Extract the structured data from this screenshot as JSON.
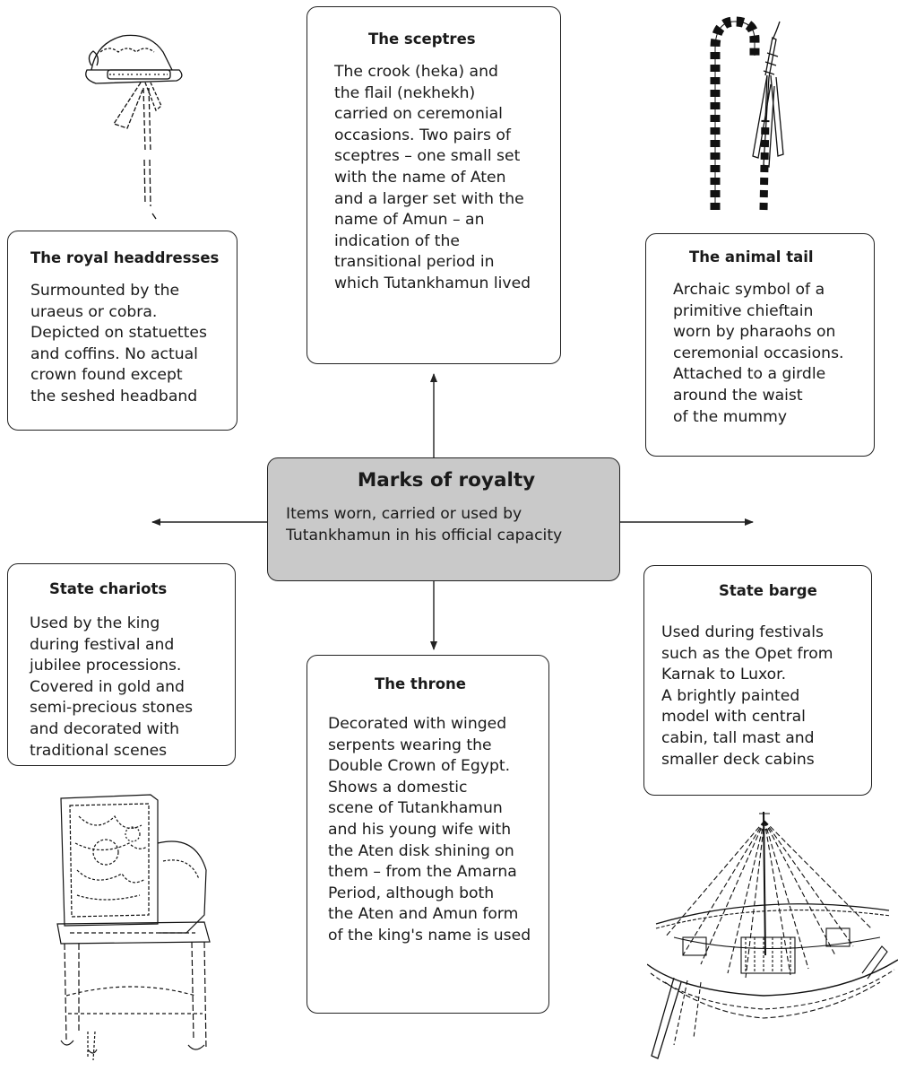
{
  "center": {
    "title": "Marks of royalty",
    "body": "Items worn, carried or used by\nTutankhamun in his official capacity"
  },
  "boxes": {
    "sceptres": {
      "title": "The sceptres",
      "body": "The crook (heka) and\nthe flail (nekhekh)\ncarried on ceremonial\noccasions.  Two pairs of\nsceptres – one small set\nwith the name of Aten\nand a larger set with the\nname of Amun – an\nindication of the\ntransitional period in\nwhich Tutankhamun lived"
    },
    "headdresses": {
      "title": "The royal headdresses",
      "body": "Surmounted by the\nuraeus or cobra.\nDepicted on statuettes\nand coffins.  No actual\ncrown found except\nthe seshed headband"
    },
    "tail": {
      "title": "The animal tail",
      "body": "Archaic symbol of a\nprimitive chieftain\nworn by pharaohs on\nceremonial occasions.\nAttached to a girdle\naround the waist\nof the mummy"
    },
    "chariots": {
      "title": "State chariots",
      "body": "Used by the king\nduring festival and\njubilee processions.\nCovered in gold and\nsemi-precious stones\nand decorated with\ntraditional scenes"
    },
    "throne": {
      "title": "The throne",
      "body": "Decorated with winged\nserpents wearing the\nDouble Crown of Egypt.\nShows a domestic\nscene of Tutankhamun\nand his young wife with\nthe Aten disk shining on\nthem – from the Amarna\nPeriod, although both\nthe Aten and Amun form\nof the king's name is used"
    },
    "barge": {
      "title": "State barge",
      "body": "Used during festivals\nsuch as the Opet from\nKarnak to Luxor.\nA brightly painted\nmodel with central\ncabin, tall mast and\nsmaller deck cabins"
    }
  },
  "colors": {
    "center_fill": "#c9c9c9",
    "line": "#222222"
  },
  "illustrations": [
    "headdress-illustration",
    "crook-and-flail-illustration",
    "chair-illustration",
    "barge-illustration"
  ]
}
